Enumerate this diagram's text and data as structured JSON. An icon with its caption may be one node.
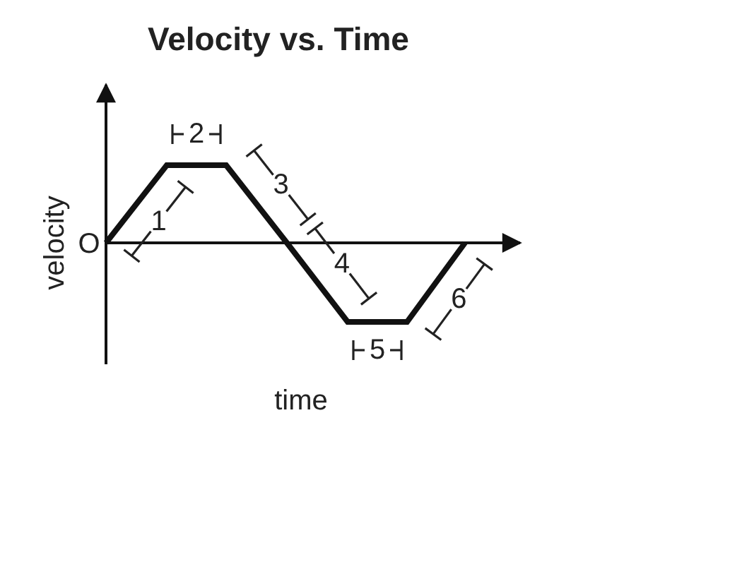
{
  "diagram": {
    "title": "Velocity vs. Time",
    "labels": [
      "O",
      "1",
      "2",
      "3",
      "4",
      "5",
      "6",
      "velocity",
      "time"
    ]
  }
}
